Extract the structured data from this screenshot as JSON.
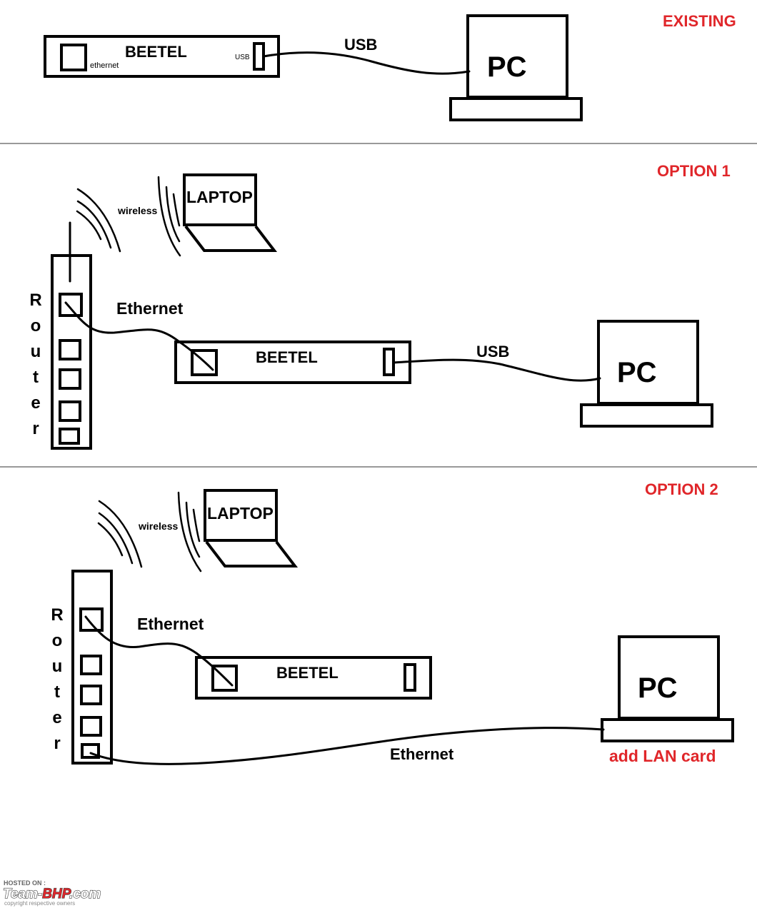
{
  "sections": {
    "existing": {
      "title": "EXISTING",
      "beetel": "BEETEL",
      "port_ethernet": "ethernet",
      "port_usb": "USB",
      "link_usb": "USB",
      "pc": "PC"
    },
    "option1": {
      "title": "OPTION 1",
      "laptop": "LAPTOP",
      "wireless": "wireless",
      "router_letters": [
        "R",
        "o",
        "u",
        "t",
        "e",
        "r"
      ],
      "link_ethernet": "Ethernet",
      "beetel": "BEETEL",
      "link_usb": "USB",
      "pc": "PC"
    },
    "option2": {
      "title": "OPTION 2",
      "laptop": "LAPTOP",
      "wireless": "wireless",
      "router_letters": [
        "R",
        "o",
        "u",
        "t",
        "e",
        "r"
      ],
      "link_ethernet_top": "Ethernet",
      "beetel": "BEETEL",
      "link_ethernet_bottom": "Ethernet",
      "pc": "PC",
      "pc_note": "add LAN card"
    }
  },
  "watermark": {
    "hosted": "HOSTED ON :",
    "brand_prefix": "Team-",
    "brand_highlight": "BHP",
    "brand_suffix": ".com",
    "copyright": "copyright respective owners"
  },
  "colors": {
    "accent_red": "#e0262a",
    "line": "#000000"
  }
}
